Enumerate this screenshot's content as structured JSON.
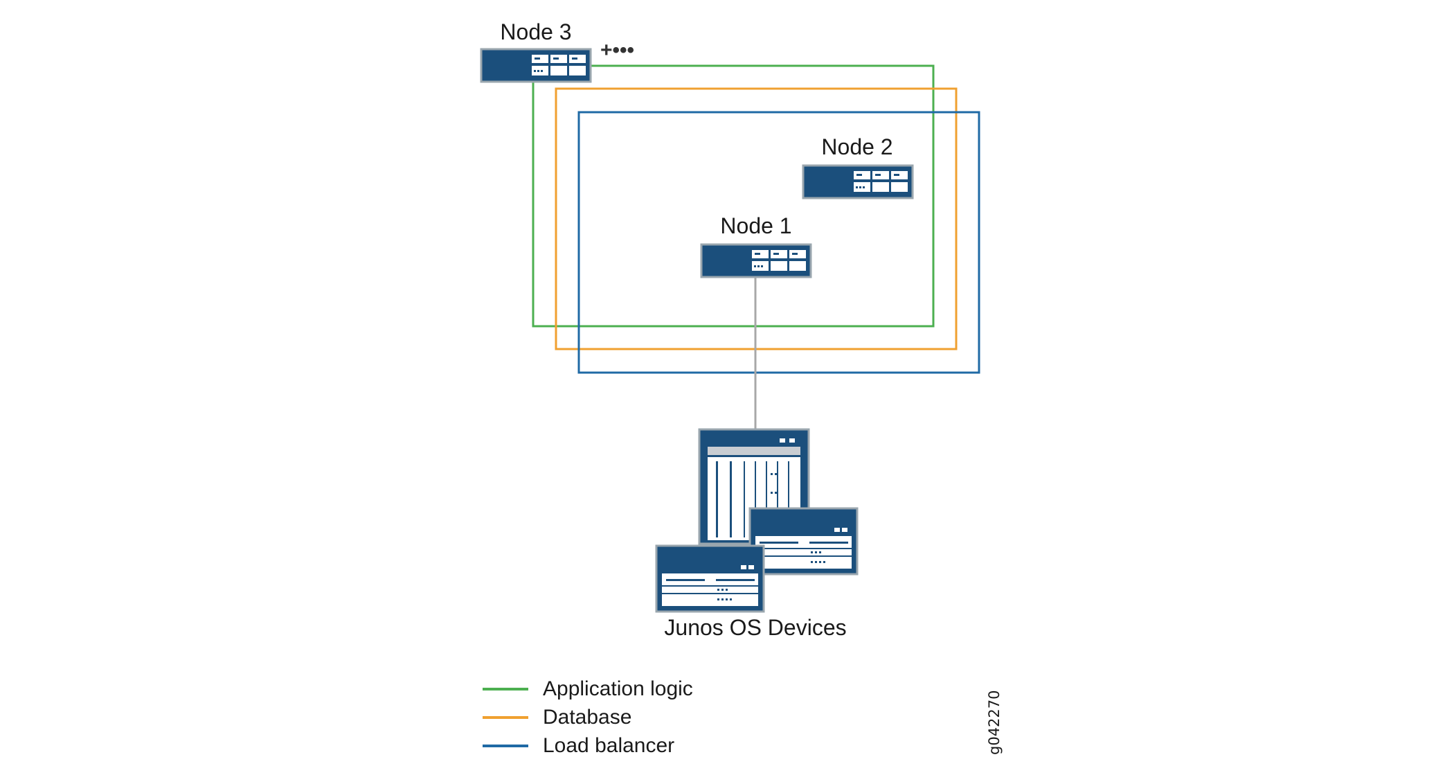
{
  "colors": {
    "application_logic": "#4caf50",
    "database": "#f0a030",
    "load_balancer": "#1f6aa5",
    "node_fill": "#1b4f7c",
    "node_border": "#9aa6ae",
    "link": "#a8a8a8"
  },
  "nodes": [
    {
      "id": "node-3",
      "label": "Node 3"
    },
    {
      "id": "node-2",
      "label": "Node 2"
    },
    {
      "id": "node-1",
      "label": "Node 1"
    }
  ],
  "more_nodes_indicator": "+•••",
  "devices": {
    "label": "Junos OS Devices",
    "icon": "network-devices-icon"
  },
  "legend": [
    {
      "label": "Application logic",
      "color": "#4caf50"
    },
    {
      "label": "Database",
      "color": "#f0a030"
    },
    {
      "label": "Load balancer",
      "color": "#1f6aa5"
    }
  ],
  "figure_id": "g042270"
}
